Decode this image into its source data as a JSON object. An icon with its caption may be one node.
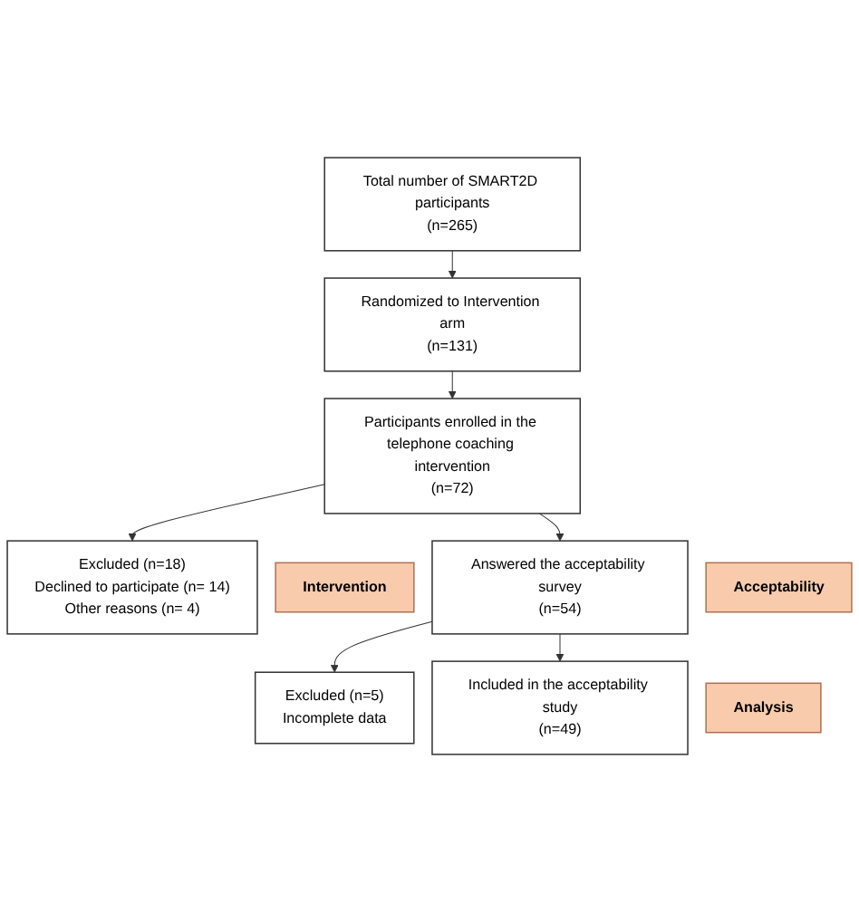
{
  "diagram": {
    "nodes": [
      {
        "text": [
          "Total number of SMART2D participants",
          "(n=265)"
        ]
      },
      {
        "text": [
          "Randomized to Intervention arm",
          "(n=131)"
        ]
      },
      {
        "text": [
          "Participants enrolled in the telephone coaching intervention",
          "(n=72)"
        ]
      },
      {
        "text": [
          "Excluded (n=18)",
          "Declined to participate (n= 14)",
          "Other reasons (n= 4)"
        ]
      },
      {
        "text": [
          "Intervention"
        ]
      },
      {
        "text": [
          "Answered the acceptability survey",
          "(n=54)"
        ]
      },
      {
        "text": [
          "Acceptability"
        ]
      },
      {
        "text": [
          "Analysis"
        ]
      },
      {
        "text": [
          "Excluded (n=5)",
          "Incomplete data"
        ]
      },
      {
        "text": [
          "Included in the acceptability study",
          "(n=49)"
        ]
      }
    ],
    "edges": [
      {
        "from": 0,
        "to": 1,
        "arrow": "to"
      },
      {
        "from": 1,
        "to": 2,
        "arrow": "to"
      },
      {
        "from": 2,
        "to": 3,
        "arrow": "to"
      },
      {
        "from": 2,
        "to": 5,
        "arrow": "to"
      },
      {
        "from": 5,
        "to": 8,
        "arrow": "to"
      },
      {
        "from": 5,
        "to": 9,
        "arrow": "to"
      }
    ]
  }
}
